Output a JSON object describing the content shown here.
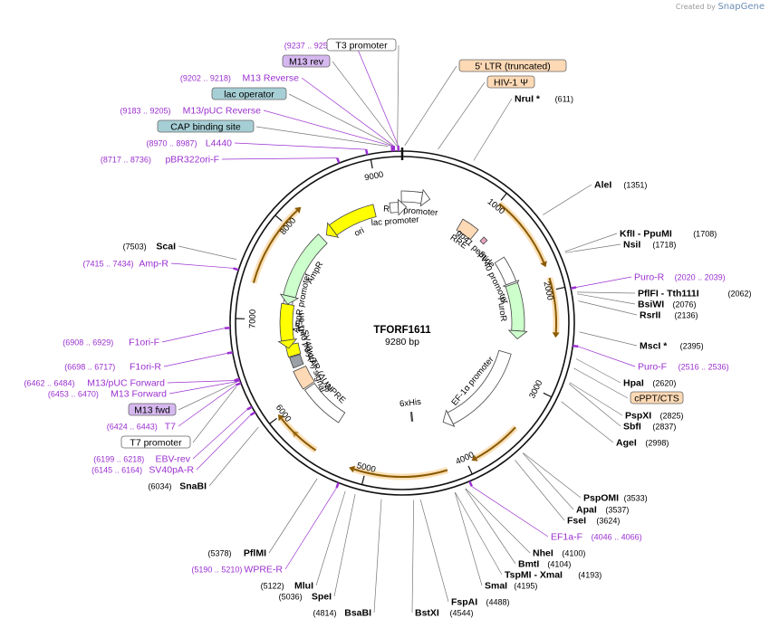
{
  "watermark": {
    "prefix": "Created by",
    "brand": "SnapGene"
  },
  "plasmid": {
    "name": "TFORF1611",
    "size_label": "9280 bp",
    "length": 9280
  },
  "colors": {
    "backbone": "#111111",
    "primer": "#9b30d0",
    "enzyme_text": "#000000",
    "ori_yellow": "#ffff00",
    "gene_green": "#ccffcc",
    "ltr_tan": "#fdd9b5",
    "orange_orf": "#f5c77e",
    "feature_gray": "#9aa0a6",
    "promoter_white": "#ffffff",
    "lacop_blue": "#a6cfd5",
    "m13rev_purple": "#d6b8f0"
  },
  "ticks": [
    {
      "pos": 1000,
      "label": "1000"
    },
    {
      "pos": 2000,
      "label": "2000"
    },
    {
      "pos": 3000,
      "label": "3000"
    },
    {
      "pos": 4000,
      "label": "4000"
    },
    {
      "pos": 5000,
      "label": "5000"
    },
    {
      "pos": 6000,
      "label": "6000"
    },
    {
      "pos": 7000,
      "label": "7000"
    },
    {
      "pos": 8000,
      "label": "8000"
    },
    {
      "pos": 9000,
      "label": "9000"
    }
  ],
  "right_labels": [
    {
      "pos": 611,
      "name": "NruI *",
      "coord": "(611)",
      "kind": "enzyme"
    },
    {
      "pos": 1351,
      "name": "AleI",
      "coord": "(1351)",
      "kind": "enzyme"
    },
    {
      "pos": 1708,
      "name": "KflI - PpuMI",
      "coord": "(1708)",
      "kind": "enzyme"
    },
    {
      "pos": 1718,
      "name": "NsiI",
      "coord": "(1718)",
      "kind": "enzyme"
    },
    {
      "pos": 2020,
      "name": "Puro-R",
      "coord": "(2020 .. 2039)",
      "kind": "primer"
    },
    {
      "pos": 2062,
      "name": "PflFI - Tth111I",
      "coord": "(2062)",
      "kind": "enzyme"
    },
    {
      "pos": 2076,
      "name": "BsiWI",
      "coord": "(2076)",
      "kind": "enzyme"
    },
    {
      "pos": 2136,
      "name": "RsrII",
      "coord": "(2136)",
      "kind": "enzyme"
    },
    {
      "pos": 2395,
      "name": "MscI *",
      "coord": "(2395)",
      "kind": "enzyme"
    },
    {
      "pos": 2516,
      "name": "Puro-F",
      "coord": "(2516 .. 2536)",
      "kind": "primer"
    },
    {
      "pos": 2620,
      "name": "HpaI",
      "coord": "(2620)",
      "kind": "enzyme"
    },
    {
      "pos": 2700,
      "name": "cPPT/CTS",
      "coord": "",
      "kind": "box_tan"
    },
    {
      "pos": 2825,
      "name": "PspXI",
      "coord": "(2825)",
      "kind": "enzyme"
    },
    {
      "pos": 2837,
      "name": "SbfI",
      "coord": "(2837)",
      "kind": "enzyme"
    },
    {
      "pos": 2998,
      "name": "AgeI",
      "coord": "(2998)",
      "kind": "enzyme"
    },
    {
      "pos": 3533,
      "name": "PspOMI",
      "coord": "(3533)",
      "kind": "enzyme"
    },
    {
      "pos": 3537,
      "name": "ApaI",
      "coord": "(3537)",
      "kind": "enzyme"
    },
    {
      "pos": 3624,
      "name": "FseI",
      "coord": "(3624)",
      "kind": "enzyme"
    },
    {
      "pos": 4046,
      "name": "EF1a-F",
      "coord": "(4046 .. 4066)",
      "kind": "primer"
    },
    {
      "pos": 4100,
      "name": "NheI",
      "coord": "(4100)",
      "kind": "enzyme"
    },
    {
      "pos": 4104,
      "name": "BmtI",
      "coord": "(4104)",
      "kind": "enzyme"
    },
    {
      "pos": 4193,
      "name": "TspMI - XmaI",
      "coord": "(4193)",
      "kind": "enzyme"
    },
    {
      "pos": 4195,
      "name": "SmaI",
      "coord": "(4195)",
      "kind": "enzyme"
    },
    {
      "pos": 4488,
      "name": "FspAI",
      "coord": "(4488)",
      "kind": "enzyme"
    },
    {
      "pos": 4544,
      "name": "BstXI",
      "coord": "(4544)",
      "kind": "enzyme"
    }
  ],
  "left_labels": [
    {
      "pos": 9247,
      "name": "T3",
      "coord": "(9237 .. 9257)",
      "kind": "primer"
    },
    {
      "pos": 9240,
      "name": "T3 promoter",
      "coord": "",
      "kind": "box_white"
    },
    {
      "pos": 9235,
      "name": "M13 rev",
      "coord": "",
      "kind": "box_purple"
    },
    {
      "pos": 9210,
      "name": "M13 Reverse",
      "coord": "(9202 .. 9218)",
      "kind": "primer"
    },
    {
      "pos": 9200,
      "name": "lac operator",
      "coord": "",
      "kind": "box_blue"
    },
    {
      "pos": 9194,
      "name": "M13/pUC Reverse",
      "coord": "(9183 .. 9205)",
      "kind": "primer"
    },
    {
      "pos": 9160,
      "name": "CAP binding site",
      "coord": "",
      "kind": "box_blue"
    },
    {
      "pos": 8978,
      "name": "L4440",
      "coord": "(8970 .. 8987)",
      "kind": "primer"
    },
    {
      "pos": 8726,
      "name": "pBR322ori-F",
      "coord": "(8717 .. 8736)",
      "kind": "primer"
    },
    {
      "pos": 7503,
      "name": "ScaI",
      "coord": "(7503)",
      "kind": "enzyme"
    },
    {
      "pos": 7424,
      "name": "Amp-R",
      "coord": "(7415 .. 7434)",
      "kind": "primer"
    },
    {
      "pos": 6918,
      "name": "F1ori-F",
      "coord": "(6908 .. 6929)",
      "kind": "primer"
    },
    {
      "pos": 6707,
      "name": "F1ori-R",
      "coord": "(6698 .. 6717)",
      "kind": "primer"
    },
    {
      "pos": 6473,
      "name": "M13/pUC Forward",
      "coord": "(6462 .. 6484)",
      "kind": "primer"
    },
    {
      "pos": 6461,
      "name": "M13 Forward",
      "coord": "(6453 .. 6470)",
      "kind": "primer"
    },
    {
      "pos": 6450,
      "name": "M13 fwd",
      "coord": "",
      "kind": "box_purple"
    },
    {
      "pos": 6433,
      "name": "T7",
      "coord": "(6424 .. 6443)",
      "kind": "primer"
    },
    {
      "pos": 6420,
      "name": "T7 promoter",
      "coord": "",
      "kind": "box_white"
    },
    {
      "pos": 6208,
      "name": "EBV-rev",
      "coord": "(6199 .. 6218)",
      "kind": "primer"
    },
    {
      "pos": 6154,
      "name": "SV40pA-R",
      "coord": "(6145 .. 6164)",
      "kind": "primer"
    },
    {
      "pos": 6034,
      "name": "SnaBI",
      "coord": "(6034)",
      "kind": "enzyme"
    },
    {
      "pos": 5378,
      "name": "PflMI",
      "coord": "(5378)",
      "kind": "enzyme"
    },
    {
      "pos": 5200,
      "name": "WPRE-R",
      "coord": "(5190 .. 5210)",
      "kind": "primer"
    },
    {
      "pos": 5122,
      "name": "MluI",
      "coord": "(5122)",
      "kind": "enzyme"
    },
    {
      "pos": 5036,
      "name": "SpeI",
      "coord": "(5036)",
      "kind": "enzyme"
    },
    {
      "pos": 4814,
      "name": "BsaBI",
      "coord": "(4814)",
      "kind": "enzyme"
    }
  ],
  "top_boxes": [
    {
      "pos": 20,
      "name": "5' LTR (truncated)",
      "kind": "box_tan"
    },
    {
      "pos": 300,
      "name": "HIV-1 Ψ",
      "kind": "box_tan"
    }
  ],
  "inner_features": [
    {
      "name": "RSV promoter",
      "start": 9270,
      "end": 230
    },
    {
      "name": "RRE",
      "start": 780,
      "end": 1010
    },
    {
      "name": "gp41 peptide",
      "start": 1120,
      "end": 1180
    },
    {
      "name": "SV40 promoter",
      "start": 1470,
      "end": 1800
    },
    {
      "name": "PuroR",
      "start": 1820,
      "end": 2420
    },
    {
      "name": "EF-1α promoter",
      "start": 2730,
      "end": 3950
    },
    {
      "name": "6xHis",
      "start": 4480,
      "end": 4500
    },
    {
      "name": "WPRE",
      "start": 5480,
      "end": 6070
    },
    {
      "name": "3' LTR (ΔU3)",
      "start": 6090,
      "end": 6340
    },
    {
      "name": "SV40 poly(A) signal",
      "start": 6380,
      "end": 6520
    },
    {
      "name": "SV40 ori",
      "start": 6530,
      "end": 6680
    },
    {
      "name": "f1 ori",
      "start": 6740,
      "end": 7200
    },
    {
      "name": "AmpR promoter",
      "start": 7200,
      "end": 7305
    },
    {
      "name": "AmpR",
      "start": 7305,
      "end": 8165
    },
    {
      "name": "ori",
      "start": 8335,
      "end": 8925
    },
    {
      "name": "lac promoter",
      "start": 9125,
      "end": 9230
    }
  ],
  "orfs": [
    {
      "start": 1010,
      "end": 1720
    },
    {
      "start": 1880,
      "end": 2410
    },
    {
      "start": 3420,
      "end": 3900
    },
    {
      "start": 4200,
      "end": 5110
    },
    {
      "start": 5520,
      "end": 5760
    },
    {
      "start": 5750,
      "end": 5970
    },
    {
      "start": 7350,
      "end": 8170
    }
  ]
}
